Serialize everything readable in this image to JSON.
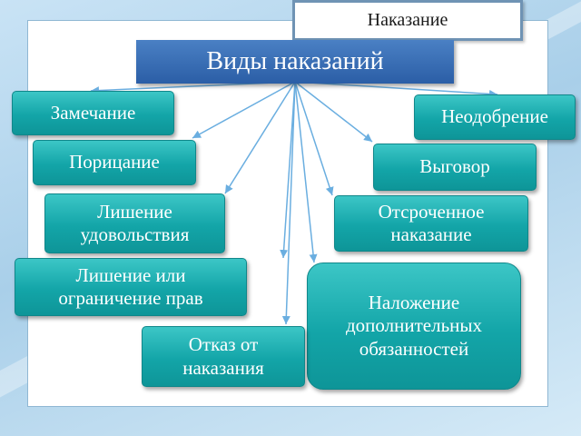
{
  "slide": {
    "tab_title": "Наказание",
    "main_title": "Виды наказаний",
    "items": [
      {
        "id": "remark",
        "label": "Замечание"
      },
      {
        "id": "disapproval",
        "label": "Неодобрение"
      },
      {
        "id": "censure",
        "label": "Порицание"
      },
      {
        "id": "reprimand",
        "label": "Выговор"
      },
      {
        "id": "deprivation-pleasure",
        "label": "Лишение\nудовольствия"
      },
      {
        "id": "deferred",
        "label": "Отсроченное\nнаказание"
      },
      {
        "id": "deprivation-rights",
        "label": "Лишение или\nограничение прав"
      },
      {
        "id": "extra-duties",
        "label": "Наложение\nдополнительных\nобязанностей"
      },
      {
        "id": "waiver",
        "label": "Отказ от\nнаказания"
      }
    ]
  },
  "colors": {
    "main_box": "#2b5ea6",
    "item_box": "#13a5a8",
    "arrow": "#6aaee0"
  }
}
